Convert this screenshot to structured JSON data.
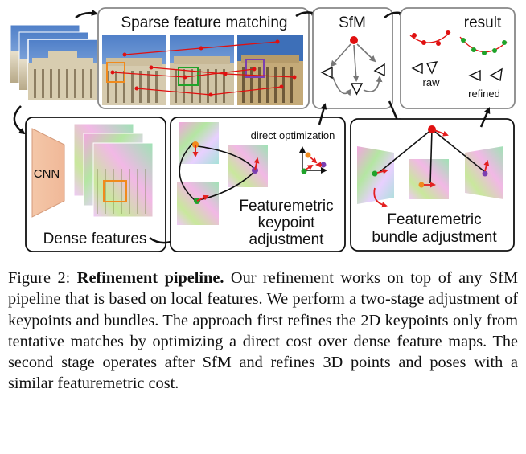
{
  "figure": {
    "boxes": {
      "matching": "Sparse feature matching",
      "sfm": "SfM",
      "result": "result",
      "raw": "raw",
      "refined": "refined",
      "cnn": "CNN",
      "dense": "Dense features",
      "direct": "direct optimization",
      "fka_1": "Featuremetric",
      "fka_2": "keypoint",
      "fka_3": "adjustment",
      "fba_1": "Featuremetric",
      "fba_2": "bundle adjustment"
    },
    "colors": {
      "keypoint_orange": "#f08a1c",
      "keypoint_green": "#1fa32a",
      "keypoint_purple": "#7b3fb0",
      "point_red": "#e01010",
      "arrow_red": "#e32020"
    }
  },
  "caption": {
    "label": "Figure 2:",
    "title": "Refinement pipeline.",
    "body": "Our refinement works on top of any SfM pipeline that is based on local features. We perform a two-stage adjustment of keypoints and bundles. The approach first refines the 2D keypoints only from tentative matches by optimizing a direct cost over dense feature maps. The second stage operates after SfM and refines 3D points and poses with a similar featuremetric cost."
  }
}
